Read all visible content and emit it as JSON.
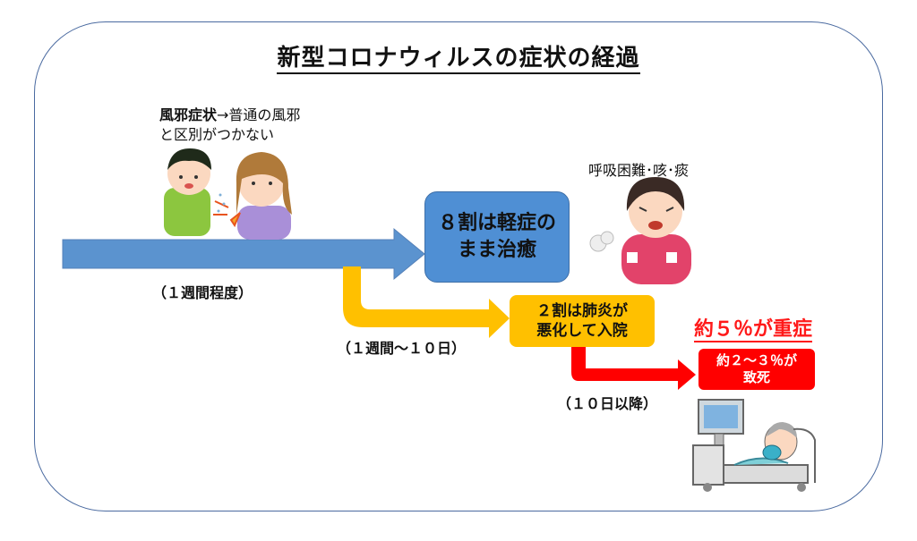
{
  "title": "新型コロナウィルスの症状の経過",
  "cold_note": {
    "bold": "風邪症状",
    "rest": "→普通の風邪",
    "line2": "と区別がつかない"
  },
  "breathing_caption": "呼吸困難･咳･痰",
  "period_1": "（１週間程度）",
  "period_2": "（１週間～１０日）",
  "period_3": "（１０日以降）",
  "stage_mild": "８割は軽症の\nまま治癒",
  "stage_pneumonia": "２割は肺炎が\n悪化して入院",
  "stage_severe": "約５％が重症",
  "stage_death": "約２～３％が\n致死",
  "colors": {
    "blue_arrow": "#5b93cf",
    "yellow_arrow": "#ffc000",
    "red_arrow": "#ff0000",
    "frame": "#4a6aa0"
  }
}
